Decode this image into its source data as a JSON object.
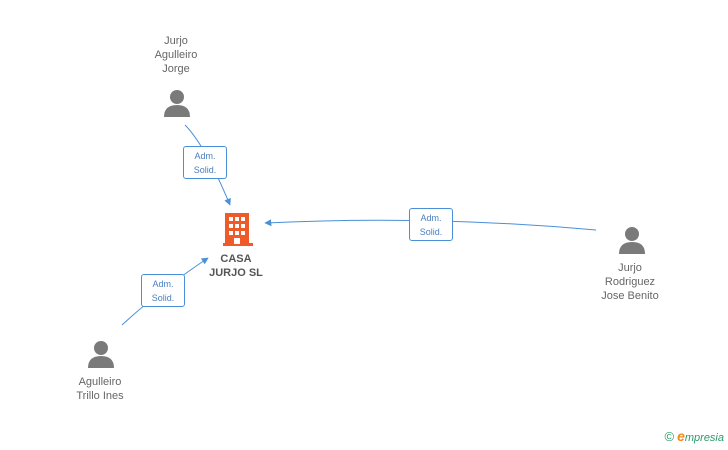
{
  "colors": {
    "edge": "#4a90d9",
    "person": "#7a7a7a",
    "company": "#f05a28",
    "brand_green": "#2a9a6a",
    "brand_orange": "#f08a1e"
  },
  "company": {
    "name": "CASA\nJURJO SL",
    "icon": "building-icon"
  },
  "persons": [
    {
      "id": "p1",
      "name": "Jurjo\nAgulleiro\nJorge",
      "icon": "person-icon"
    },
    {
      "id": "p2",
      "name": "Jurjo\nRodriguez\nJose Benito",
      "icon": "person-icon"
    },
    {
      "id": "p3",
      "name": "Agulleiro\nTrillo Ines",
      "icon": "person-icon"
    }
  ],
  "edges": [
    {
      "from": "p1",
      "label": "Adm.\nSolid."
    },
    {
      "from": "p2",
      "label": "Adm.\nSolid."
    },
    {
      "from": "p3",
      "label": "Adm.\nSolid."
    }
  ],
  "brand": {
    "copyright": "©",
    "initial": "e",
    "name": "mpresia"
  }
}
